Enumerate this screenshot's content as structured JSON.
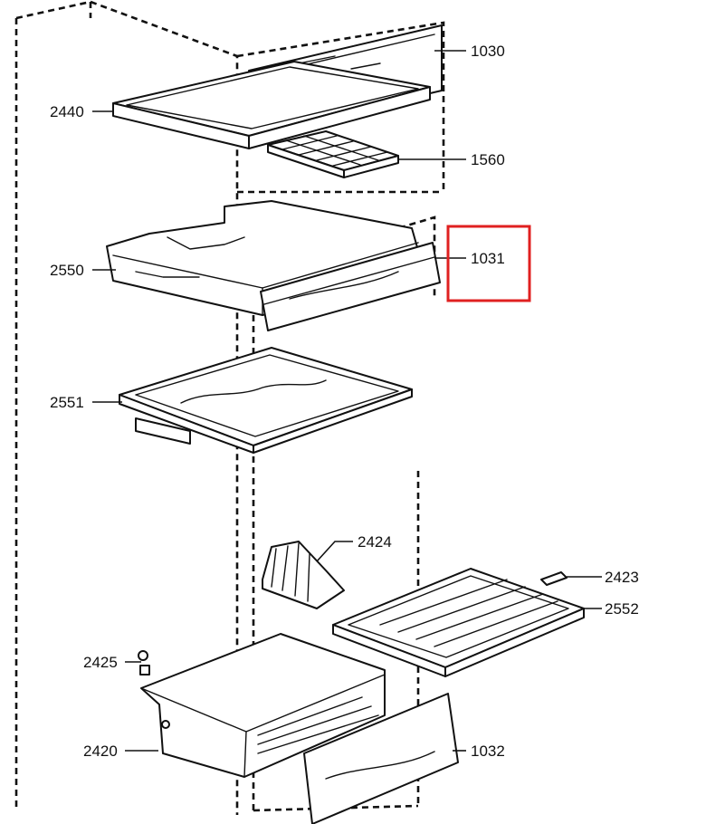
{
  "highlight_color": "#e02020",
  "labels": {
    "p1030": "1030",
    "p1560": "1560",
    "p2440": "2440",
    "p2550": "2550",
    "p1031": "1031",
    "p2551": "2551",
    "p2424": "2424",
    "p2423": "2423",
    "p2552": "2552",
    "p2425": "2425",
    "p2420": "2420",
    "p1032": "1032"
  }
}
